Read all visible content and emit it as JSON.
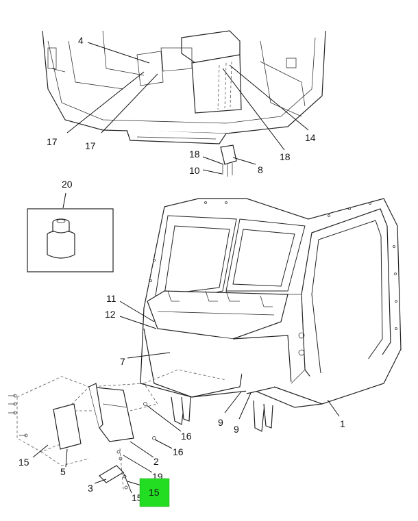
{
  "callouts": {
    "c1": "1",
    "c2": "2",
    "c3": "3",
    "c4": "4",
    "c5": "5",
    "c7": "7",
    "c8": "8",
    "c9a": "9",
    "c9b": "9",
    "c10": "10",
    "c11": "11",
    "c12": "12",
    "c14": "14",
    "c15a": "15",
    "c15b": "15",
    "c15c": "15",
    "c16a": "16",
    "c16b": "16",
    "c17a": "17",
    "c17b": "17",
    "c18a": "18",
    "c18b": "18",
    "c19": "19",
    "c20": "20"
  },
  "highlight": {
    "label": "15",
    "color": "#22dd22"
  }
}
